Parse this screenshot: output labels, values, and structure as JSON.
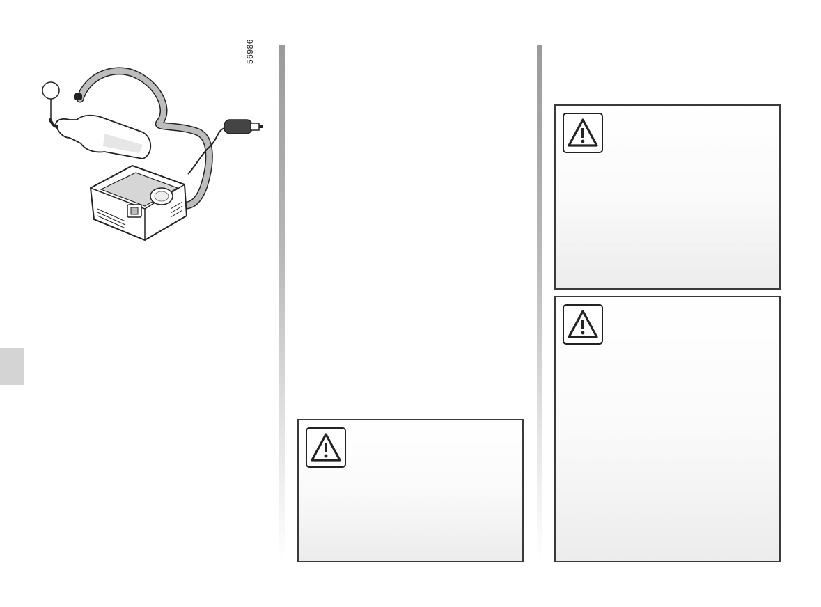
{
  "figure": {
    "reference_code": "56986",
    "description_icon": "tyre-inflation-kit-illustration",
    "callout_icon": "callout-circle"
  },
  "side_tab": {
    "color": "#d4d4d4"
  },
  "warning_boxes": [
    {
      "icon": "warning-triangle-icon"
    },
    {
      "icon": "warning-triangle-icon"
    },
    {
      "icon": "warning-triangle-icon"
    }
  ],
  "colors": {
    "border": "#3a3a3a",
    "column_bar": "#9a9a9a"
  }
}
